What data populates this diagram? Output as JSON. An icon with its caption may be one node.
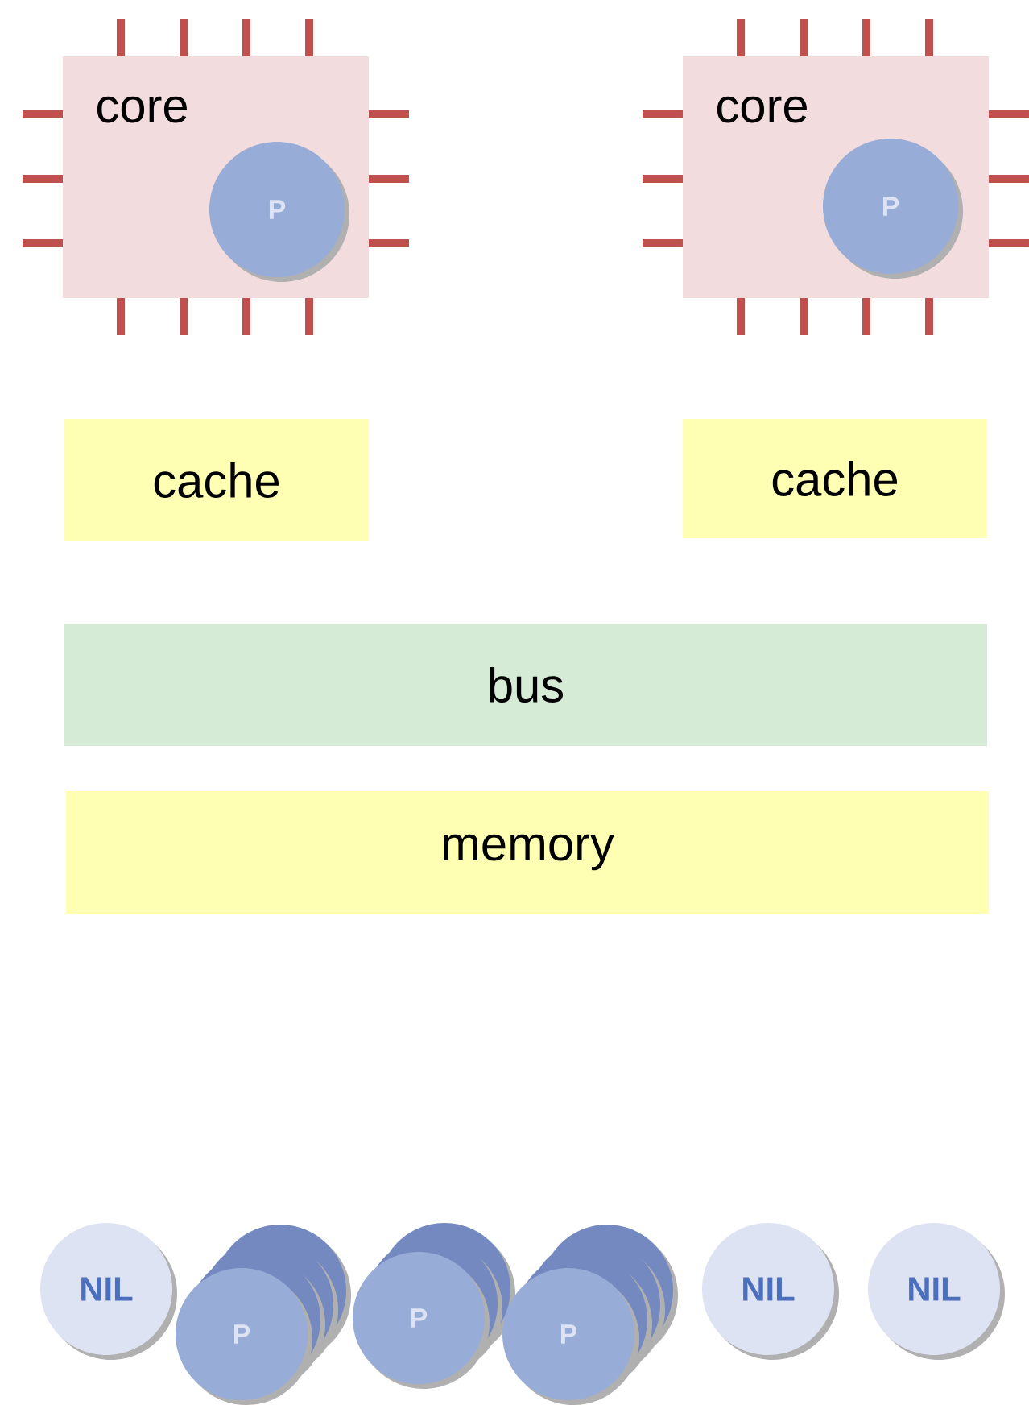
{
  "diagram": {
    "nodes": [
      {
        "text": [
          "core"
        ]
      },
      {
        "text": [
          "P"
        ],
        "in": 0
      },
      {
        "text": [
          "core"
        ]
      },
      {
        "text": [
          "P"
        ],
        "in": 2
      },
      {
        "text": [
          "cache"
        ]
      },
      {
        "text": [
          "cache"
        ]
      },
      {
        "text": [
          "bus"
        ]
      },
      {
        "text": [
          "memory"
        ]
      },
      {
        "text": [
          "NIL"
        ]
      },
      {
        "text": [
          "P"
        ]
      },
      {
        "text": [
          "P"
        ]
      },
      {
        "text": [
          "P"
        ]
      },
      {
        "text": [
          "NIL"
        ]
      },
      {
        "text": [
          "NIL"
        ]
      }
    ]
  }
}
